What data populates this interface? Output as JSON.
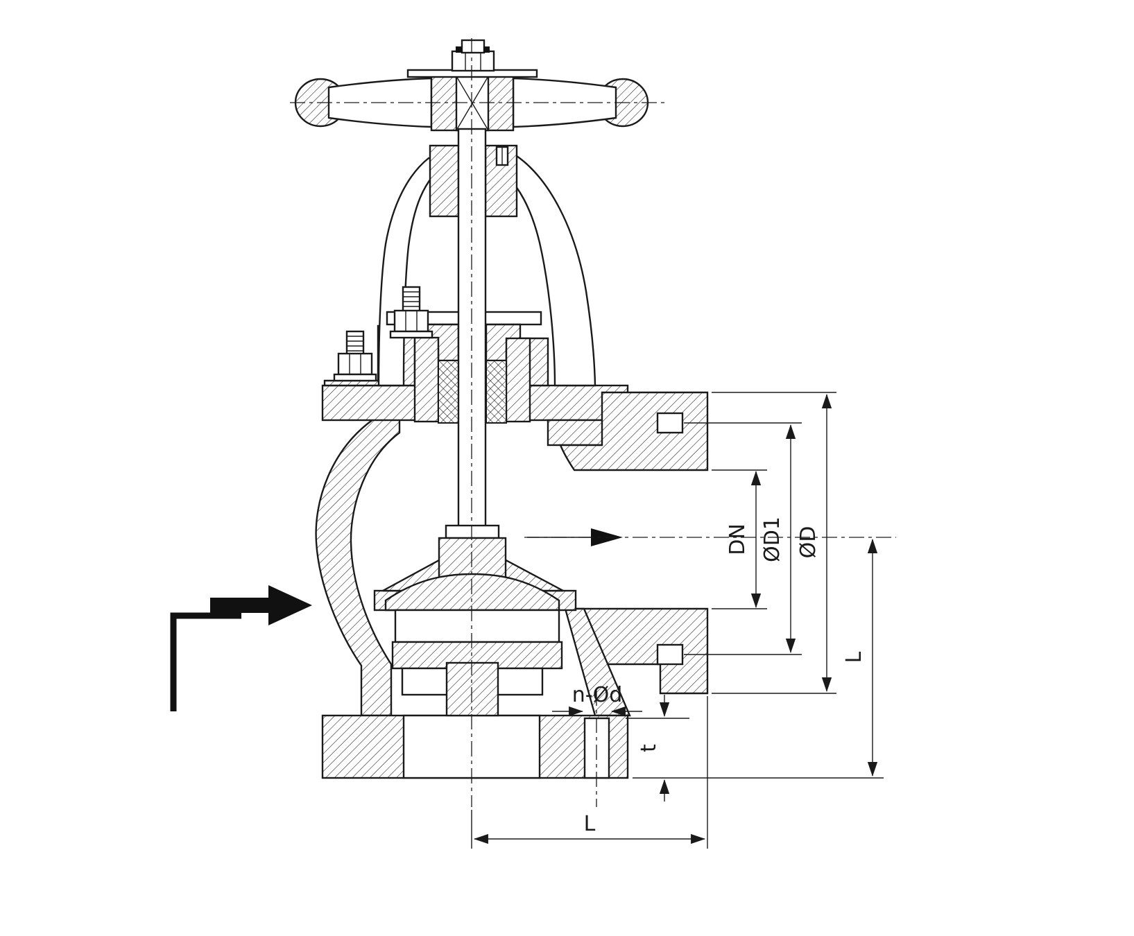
{
  "page": {
    "background": "#ffffff",
    "line_color": "#1a1a1a"
  },
  "drawing": {
    "labels": {
      "dn": "DN",
      "d1": "ØD1",
      "d": "ØD",
      "l_right": "L",
      "n_od": "n-Ød",
      "t": "t",
      "l_bottom": "L"
    }
  }
}
